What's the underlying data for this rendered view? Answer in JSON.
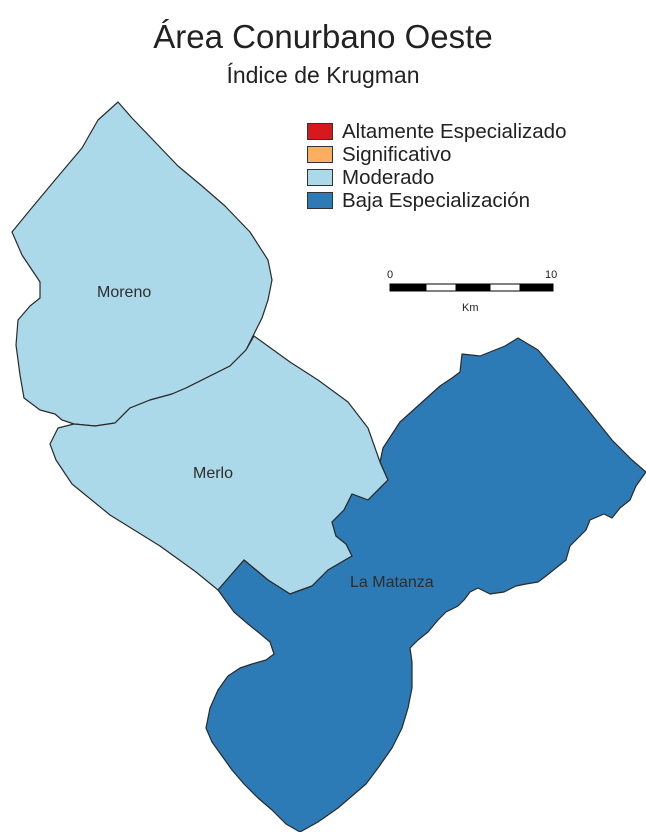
{
  "map": {
    "title": "Área Conurbano Oeste",
    "subtitle": "Índice de Krugman",
    "legend": [
      {
        "label": "Altamente Especializado",
        "color": "#d7191c"
      },
      {
        "label": "Significativo",
        "color": "#fdae61"
      },
      {
        "label": "Moderado",
        "color": "#abd9e9"
      },
      {
        "label": "Baja Especialización",
        "color": "#2c7bb6"
      }
    ],
    "regions": [
      {
        "name": "Moreno",
        "category": "Moderado",
        "color": "#abd9e9"
      },
      {
        "name": "Merlo",
        "category": "Moderado",
        "color": "#abd9e9"
      },
      {
        "name": "La Matanza",
        "category": "Baja Especialización",
        "color": "#2c7bb6"
      }
    ],
    "scale_bar": {
      "start": "0",
      "end": "10",
      "unit": "Km"
    }
  }
}
